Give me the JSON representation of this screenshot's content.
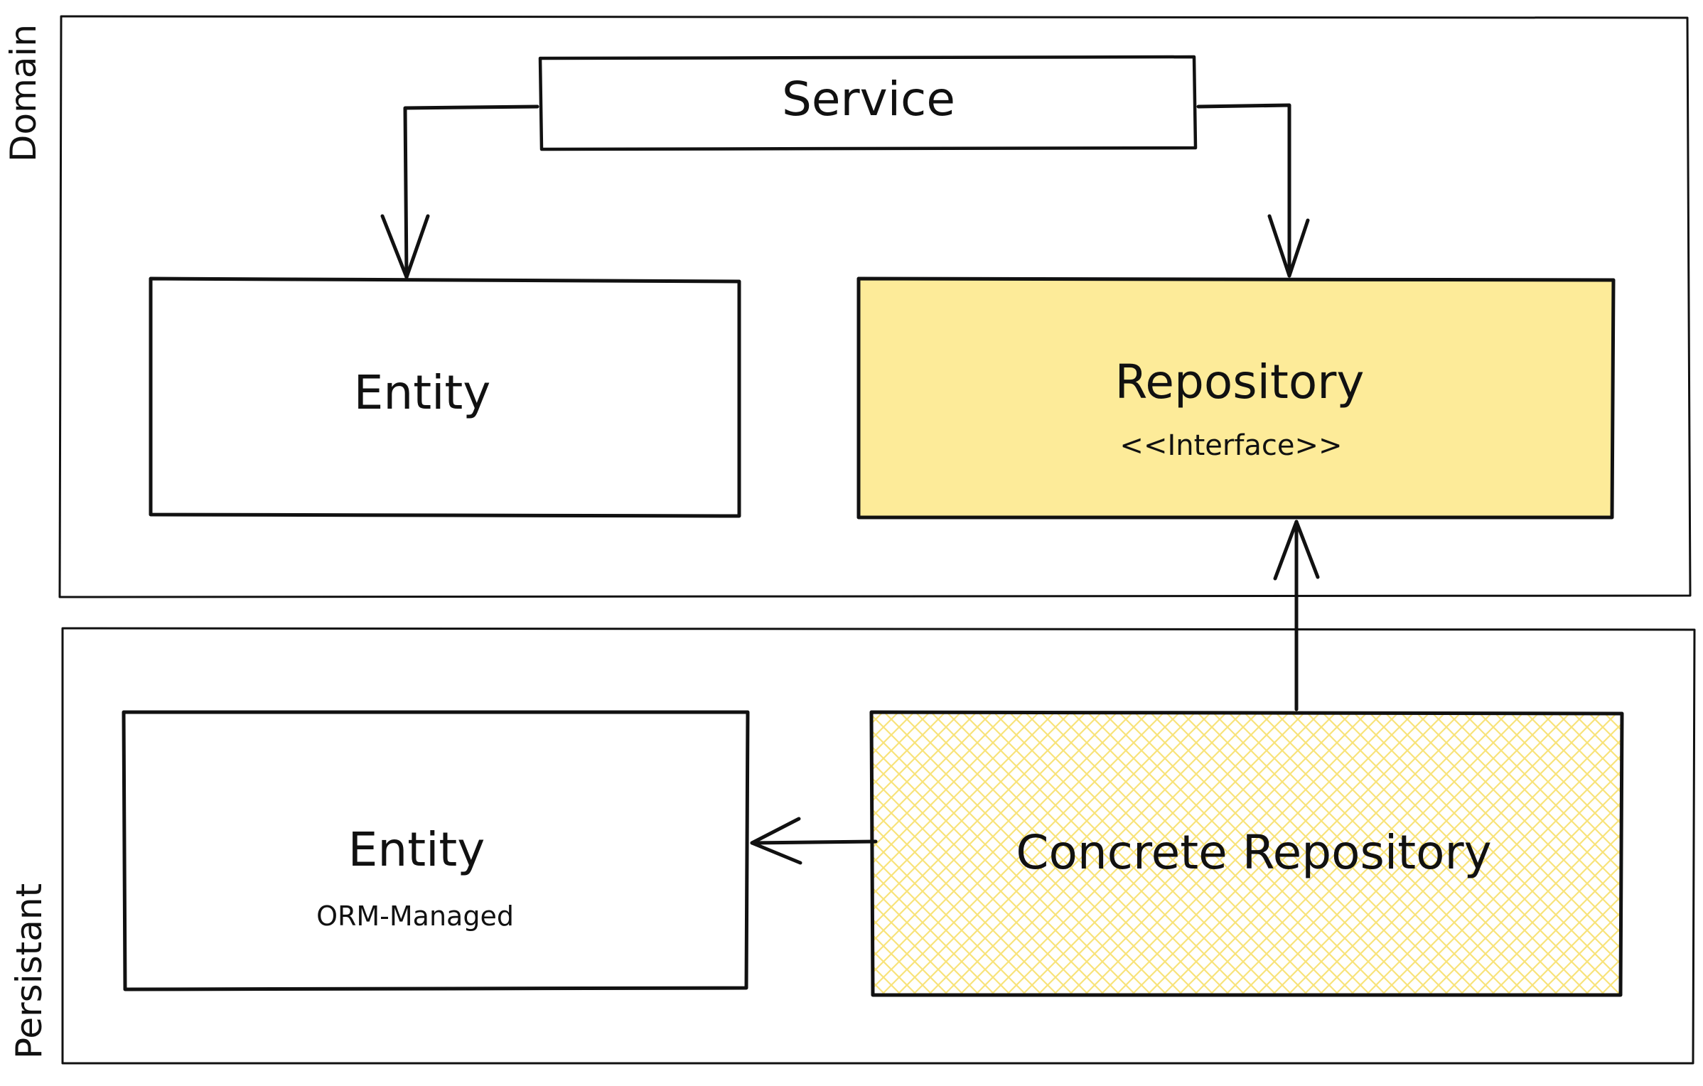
{
  "layers": {
    "domain": "Domain",
    "persistent": "Persistant"
  },
  "nodes": {
    "service": {
      "title": "Service"
    },
    "domain_entity": {
      "title": "Entity"
    },
    "repository": {
      "title": "Repository",
      "subtitle": "<<Interface>>"
    },
    "orm_entity": {
      "title": "Entity",
      "subtitle": "ORM-Managed"
    },
    "concrete_repository": {
      "title": "Concrete Repository"
    }
  },
  "colors": {
    "repository_fill": "#fdeb99",
    "concrete_hatch": "#f8e37a",
    "stroke": "#111111"
  }
}
